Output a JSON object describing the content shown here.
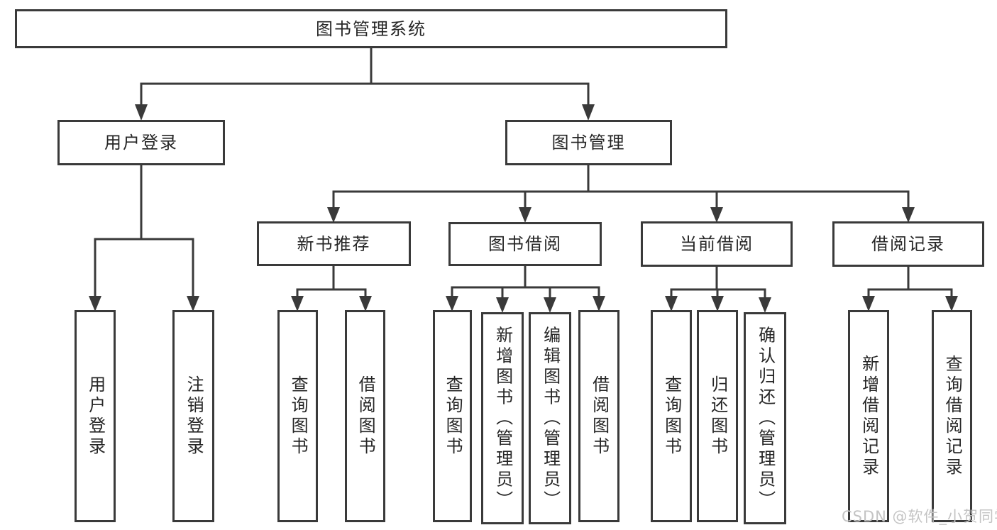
{
  "colors": {
    "line": "#3a3a3a",
    "text": "#262626",
    "box_bg": "#ffffff",
    "watermark": "#c4c4c4"
  },
  "watermark": "CSDN @软件_小贺同学",
  "nodes": {
    "root": {
      "label": "图书管理系统"
    },
    "user_login": {
      "label": "用户登录"
    },
    "book_mgmt": {
      "label": "图书管理"
    },
    "new_book_rec": {
      "label": "新书推荐"
    },
    "book_borrow": {
      "label": "图书借阅"
    },
    "current_borrow": {
      "label": "当前借阅"
    },
    "borrow_record": {
      "label": "借阅记录"
    },
    "leaf_user_login": {
      "label": "用户登录"
    },
    "leaf_logout": {
      "label": "注销登录"
    },
    "leaf_query_book_1": {
      "label": "查询图书"
    },
    "leaf_borrow_book_1": {
      "label": "借阅图书"
    },
    "leaf_query_book_2": {
      "label": "查询图书"
    },
    "leaf_add_book": {
      "label": "新增图书（管理员）"
    },
    "leaf_edit_book": {
      "label": "编辑图书（管理员）"
    },
    "leaf_borrow_book_2": {
      "label": "借阅图书"
    },
    "leaf_query_book_3": {
      "label": "查询图书"
    },
    "leaf_return_book": {
      "label": "归还图书"
    },
    "leaf_confirm_return": {
      "label": "确认归还（管理员）"
    },
    "leaf_add_record": {
      "label": "新增借阅记录"
    },
    "leaf_query_record": {
      "label": "查询借阅记录"
    }
  },
  "hierarchy": {
    "图书管理系统": {
      "用户登录": [
        "用户登录",
        "注销登录"
      ],
      "图书管理": {
        "新书推荐": [
          "查询图书",
          "借阅图书"
        ],
        "图书借阅": [
          "查询图书",
          "新增图书（管理员）",
          "编辑图书（管理员）",
          "借阅图书"
        ],
        "当前借阅": [
          "查询图书",
          "归还图书",
          "确认归还（管理员）"
        ],
        "借阅记录": [
          "新增借阅记录",
          "查询借阅记录"
        ]
      }
    }
  }
}
